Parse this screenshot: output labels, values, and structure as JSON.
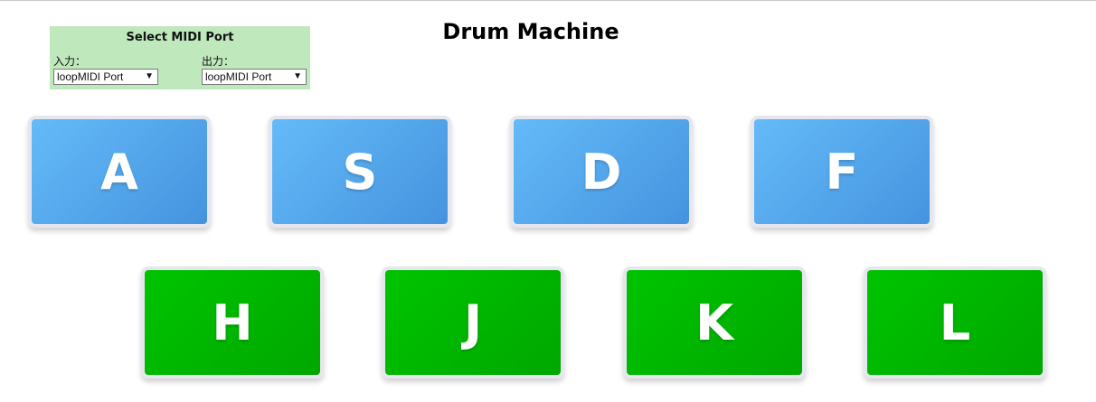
{
  "page": {
    "title": "Drum Machine"
  },
  "midi": {
    "title": "Select MIDI Port",
    "input_label": "入力：",
    "input_value": "loopMIDI Port",
    "output_label": "出力：",
    "output_value": "loopMIDI Port",
    "dropdown_icon": "triangle-down"
  },
  "pads": {
    "row1": [
      {
        "key": "A"
      },
      {
        "key": "S"
      },
      {
        "key": "D"
      },
      {
        "key": "F"
      }
    ],
    "row2": [
      {
        "key": "H"
      },
      {
        "key": "J"
      },
      {
        "key": "K"
      },
      {
        "key": "L"
      }
    ]
  },
  "colors": {
    "panel_bg": "#bfe8bd",
    "blue_pad": "#4da1e8",
    "green_pad": "#00b600",
    "pad_border": "#e6e7ee"
  }
}
